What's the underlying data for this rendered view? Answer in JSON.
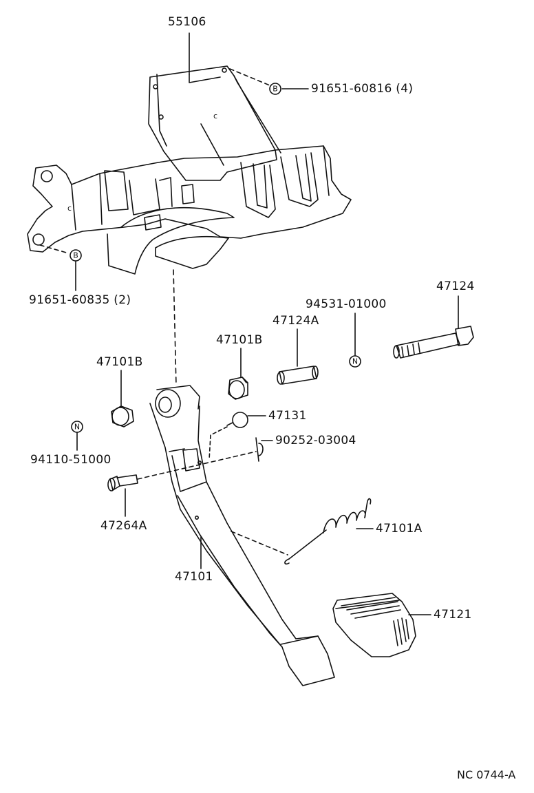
{
  "drawing_code": "NC 0744-A",
  "symbols": {
    "bolt_mark": "B",
    "nut_mark": "N"
  },
  "parts": [
    {
      "id": "bracket",
      "label": "55106"
    },
    {
      "id": "bolt-upper",
      "label": "91651-60816 (4)"
    },
    {
      "id": "bolt-lower",
      "label": "91651-60835 (2)"
    },
    {
      "id": "nut-right",
      "label": "94531-01000"
    },
    {
      "id": "shaft-bolt",
      "label": "47124"
    },
    {
      "id": "collar",
      "label": "47124A"
    },
    {
      "id": "bushing-right",
      "label": "47101B"
    },
    {
      "id": "bushing-left",
      "label": "47101B"
    },
    {
      "id": "stopper",
      "label": "47131"
    },
    {
      "id": "clip",
      "label": "90252-03004"
    },
    {
      "id": "nut-left",
      "label": "94110-51000"
    },
    {
      "id": "pin",
      "label": "47264A"
    },
    {
      "id": "spring",
      "label": "47101A"
    },
    {
      "id": "pedal-arm",
      "label": "47101"
    },
    {
      "id": "pedal-pad",
      "label": "47121"
    }
  ]
}
